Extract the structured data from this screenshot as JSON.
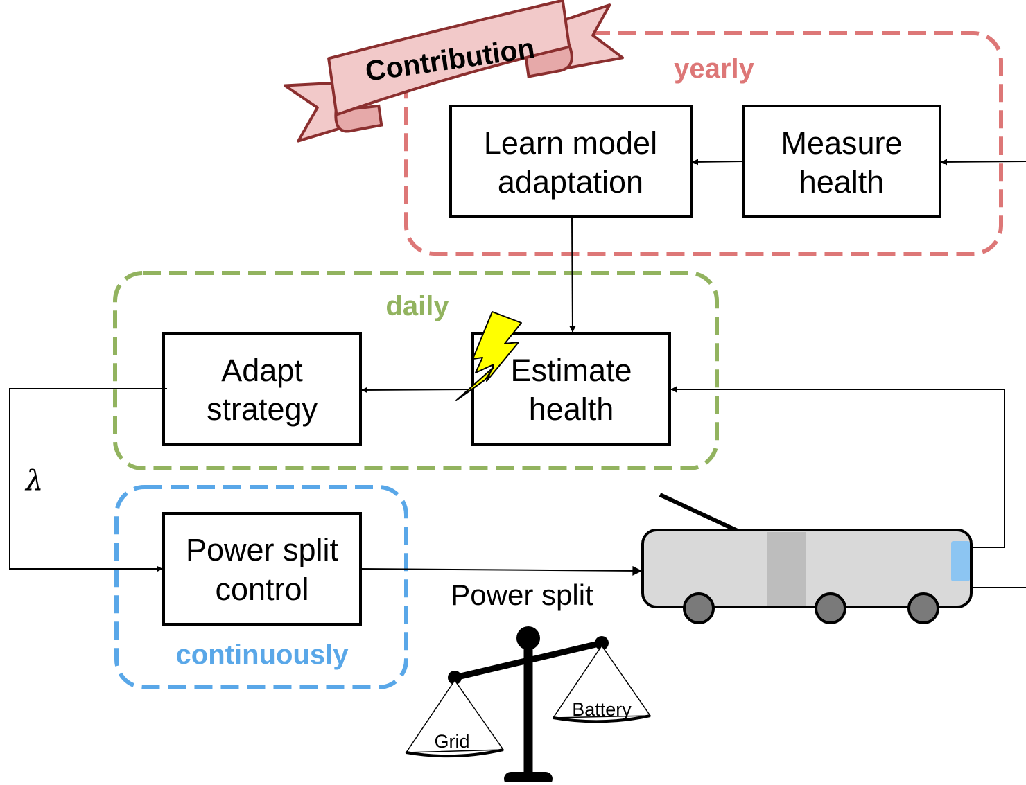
{
  "ribbon": {
    "label": "Contribution"
  },
  "groups": {
    "yearly": {
      "label": "yearly",
      "color": "#dd7777"
    },
    "daily": {
      "label": "daily",
      "color": "#92b35f"
    },
    "continuously": {
      "label": "continuously",
      "color": "#59a7e8"
    }
  },
  "boxes": {
    "learn_model": {
      "line1": "Learn model",
      "line2": "adaptation"
    },
    "measure_health": {
      "line1": "Measure",
      "line2": "health"
    },
    "adapt_strategy": {
      "line1": "Adapt",
      "line2": "strategy"
    },
    "estimate_health": {
      "line1": "Estimate",
      "line2": "health"
    },
    "power_split_control": {
      "line1": "Power split",
      "line2": "control"
    }
  },
  "labels": {
    "lambda": "λ",
    "power_split": "Power split"
  },
  "scale": {
    "left_pan": "Grid",
    "right_pan": "Battery"
  },
  "colors": {
    "ribbon_fill": "#f2c9c9",
    "ribbon_stroke": "#8b2f2f",
    "bus_body": "#d9d9d9",
    "bus_stripe": "#bdbdbd",
    "bus_window": "#8cc5f2",
    "wheel": "#7a7a7a",
    "lightning": "#ffff00"
  }
}
